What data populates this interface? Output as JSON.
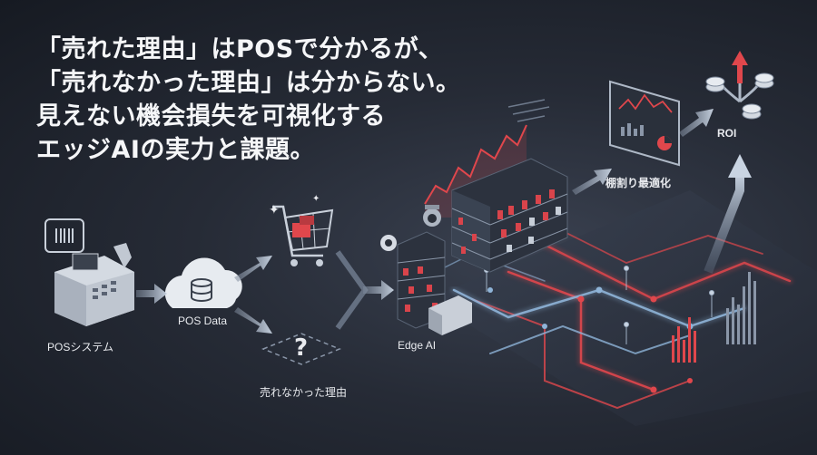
{
  "headline": {
    "line1": "「売れた理由」はPOSで分かるが、",
    "line2": "「売れなかった理由」は分からない。",
    "line3": "見えない機会損失を可視化する",
    "line4": "エッジAIの実力と課題。"
  },
  "labels": {
    "pos_system": "POSシステム",
    "pos_data": "POS Data",
    "unsold_reason": "売れなかった理由",
    "edge_ai": "Edge AI",
    "shelf_optimization": "棚割り最適化",
    "roi": "ROI",
    "question_mark": "?"
  },
  "colors": {
    "accent_red": "#e0474c",
    "accent_blue": "#8fb4d8",
    "arrow_gray": "#a9b6c8"
  }
}
